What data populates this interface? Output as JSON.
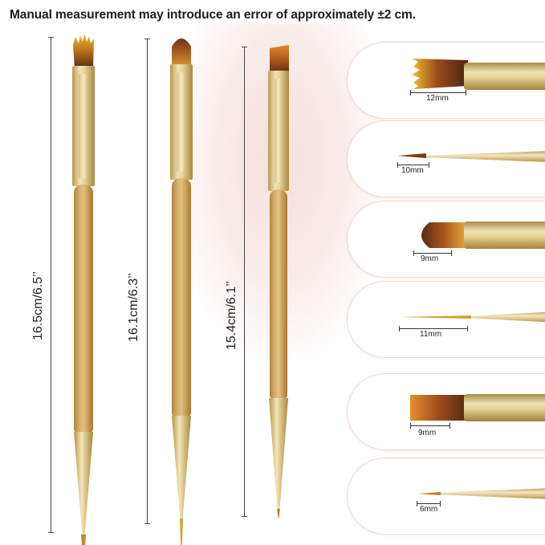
{
  "headline": "Manual measurement may introduce an error of approximately ±2 cm.",
  "brushes": [
    {
      "length_label": "16.5cm/6.5’’"
    },
    {
      "length_label": "16.1cm/6.3’’"
    },
    {
      "length_label": "15.4cm/6.1’’"
    }
  ],
  "closeups": [
    {
      "size": "12mm",
      "shape": "ombre-flat"
    },
    {
      "size": "10mm",
      "shape": "liner"
    },
    {
      "size": "9mm",
      "shape": "oval-flat"
    },
    {
      "size": "11mm",
      "shape": "liner"
    },
    {
      "size": "9mm",
      "shape": "ombre-flat"
    },
    {
      "size": "6mm",
      "shape": "liner"
    }
  ],
  "colors": {
    "panel_border": "#f0d6d0",
    "gold": "#e7d396",
    "bamboo": "#d8b16e",
    "bristle_dark": "#5a2e17",
    "bristle_gold": "#e0a236"
  }
}
